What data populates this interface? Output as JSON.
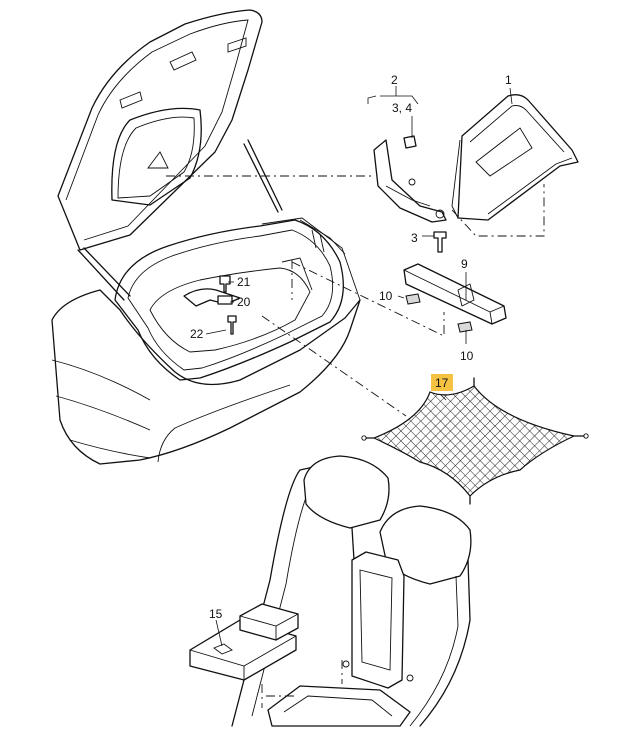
{
  "diagram": {
    "callouts": {
      "c1": "1",
      "c2": "2",
      "c3_4": "3, 4",
      "c3": "3",
      "c9": "9",
      "c10a": "10",
      "c10b": "10",
      "c15": "15",
      "c17": "17",
      "c20": "20",
      "c21": "21",
      "c22": "22"
    },
    "highlight_color": "#f5c242"
  }
}
